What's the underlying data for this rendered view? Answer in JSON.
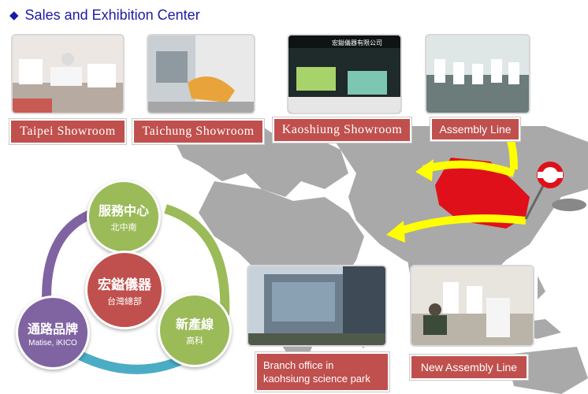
{
  "header": {
    "title": "Sales and Exhibition Center"
  },
  "showrooms": [
    {
      "label": "Taipei Showroom"
    },
    {
      "label": "Taichung Showroom"
    },
    {
      "label": "Kaoshiung Showroom"
    },
    {
      "label": "Assembly Line"
    }
  ],
  "photo_signage": "宏鎰儀器有限公司",
  "cycle": {
    "top": {
      "title": "服務中心",
      "subtitle": "北中南"
    },
    "center": {
      "title": "宏鎰儀器",
      "subtitle": "台灣總部"
    },
    "left": {
      "title": "通路品牌",
      "subtitle": "Matise, iKICO"
    },
    "right": {
      "title": "新產線",
      "subtitle": "高科"
    }
  },
  "branch": {
    "line1": "Branch office in",
    "line2": "kaohsiung science park"
  },
  "new_assembly": {
    "label": "New Assembly Line"
  },
  "colors": {
    "accent_red": "#c0504d",
    "title_blue": "#1a1aa6",
    "china_red": "#e0101a",
    "arrow_yellow": "#ffff00",
    "node_green": "#9bbb59",
    "node_red": "#c0504d",
    "node_purple": "#8064a2",
    "ring_teal": "#4bacc6"
  }
}
